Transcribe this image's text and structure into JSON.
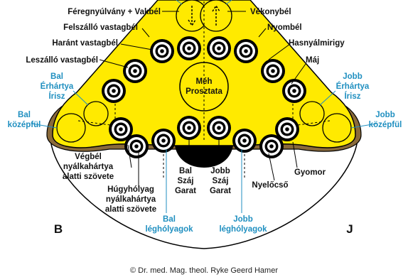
{
  "labels": {
    "feregnyulvany": "Féregnyúlvány + Vakbél",
    "vekonybel": "Vékonybél",
    "felszallo": "Felszálló vastagbél",
    "nyombel": "Nyombél",
    "harant": "Haránt vastagbél",
    "hasnyalmirigy": "Hasnyálmirigy",
    "leszallo": "Leszálló vastagbél",
    "maj": "Máj",
    "meh": "Méh",
    "prosztata": "Prosztata",
    "vegbel_1": "Végbél",
    "vegbel_2": "nyálkahártya",
    "vegbel_3": "alatti szövete",
    "hugyholyag_1": "Húgyhólyag",
    "hugyholyag_2": "nyálkahártya",
    "hugyholyag_3": "alatti szövete",
    "bal_szaj_1": "Bal",
    "bal_szaj_2": "Száj",
    "bal_szaj_3": "Garat",
    "jobb_szaj_1": "Jobb",
    "jobb_szaj_2": "Száj",
    "jobb_szaj_3": "Garat",
    "nyelocso": "Nyelőcső",
    "gyomor": "Gyomor",
    "side_b": "B",
    "side_j": "J"
  },
  "blue_labels": {
    "bal_erhartya_1": "Bal",
    "bal_erhartya_2": "Érhártya",
    "bal_erhartya_3": "Írisz",
    "jobb_erhartya_1": "Jobb",
    "jobb_erhartya_2": "Érhártya",
    "jobb_erhartya_3": "Írisz",
    "bal_kozepful_1": "Bal",
    "bal_kozepful_2": "középfül",
    "jobb_kozepful_1": "Jobb",
    "jobb_kozepful_2": "középfül",
    "bal_legh_1": "Bal",
    "bal_legh_2": "léghólyagok",
    "jobb_legh_1": "Jobb",
    "jobb_legh_2": "léghólyagok"
  },
  "copyright": "© Dr. med. Mag. theol. Ryke Geerd Hamer",
  "colors": {
    "yellow": "#ffea00",
    "outline": "#000000",
    "brown": "#8a6a3a",
    "blue_text": "#1f8fc0"
  }
}
